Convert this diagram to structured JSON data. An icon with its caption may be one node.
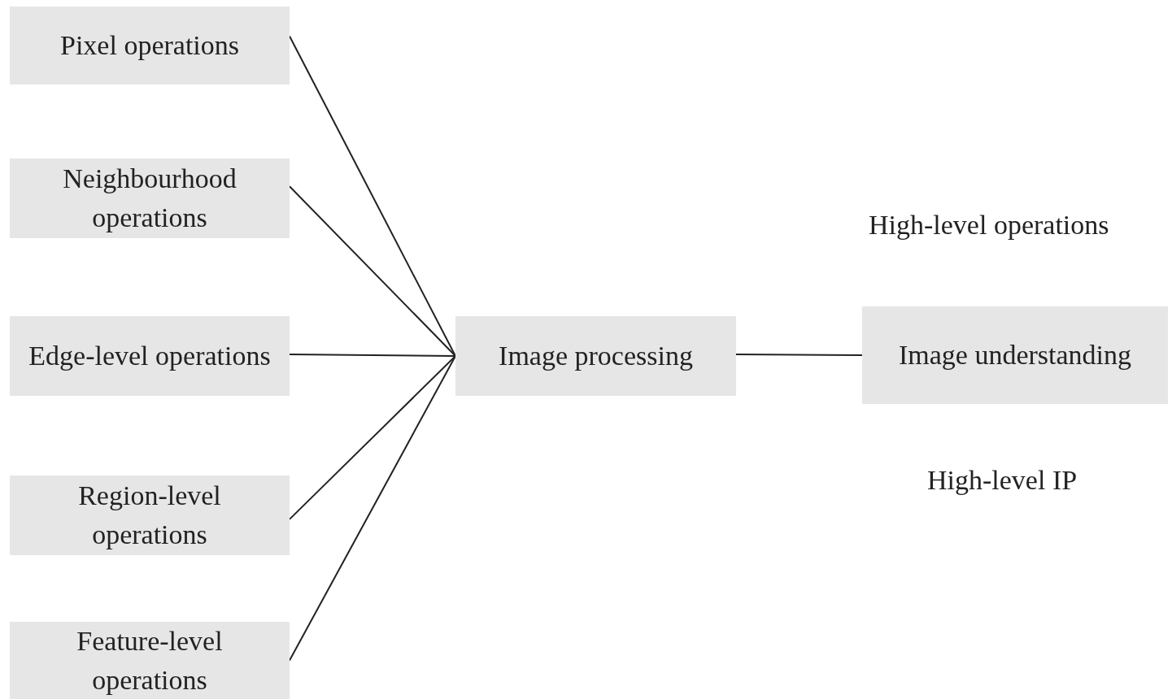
{
  "diagram": {
    "nodes": [
      {
        "text": [
          "Pixel operations"
        ]
      },
      {
        "text": [
          "Neighbourhood operations"
        ]
      },
      {
        "text": [
          "Edge-level operations"
        ]
      },
      {
        "text": [
          "Region-level operations"
        ]
      },
      {
        "text": [
          "Feature-level operations"
        ]
      },
      {
        "text": [
          "Image processing"
        ]
      },
      {
        "text": [
          "Image understanding"
        ]
      }
    ],
    "edges": [
      {
        "from": 0,
        "to": 5,
        "arrow": "none"
      },
      {
        "from": 1,
        "to": 5,
        "arrow": "none"
      },
      {
        "from": 2,
        "to": 5,
        "arrow": "none"
      },
      {
        "from": 3,
        "to": 5,
        "arrow": "none"
      },
      {
        "from": 4,
        "to": 5,
        "arrow": "none"
      },
      {
        "from": 5,
        "to": 6,
        "arrow": "none"
      }
    ],
    "labels": [
      "High-level operations",
      "High-level IP"
    ]
  }
}
